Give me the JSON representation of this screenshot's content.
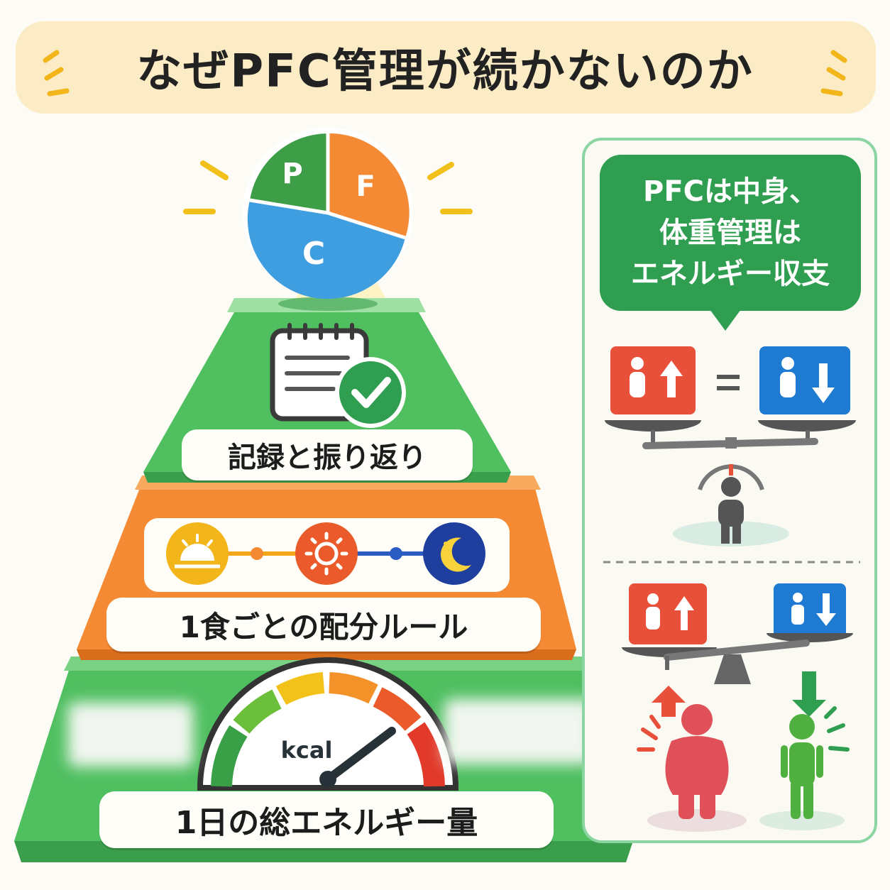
{
  "title": "なぜPFC管理が続かないのか",
  "pie": {
    "p": "P",
    "f": "F",
    "c": "C"
  },
  "pyramid": {
    "top_label": "記録と振り返り",
    "middle_label": "1食ごとの配分ルール",
    "bottom_label": "1日の総エネルギー量",
    "gauge_label": "kcal"
  },
  "side_panel": {
    "bubble_lines": [
      "PFCは中身、",
      "体重管理は",
      "エネルギー収支"
    ]
  },
  "colors": {
    "green": "#4fbf60",
    "dark_green": "#2f9e50",
    "orange": "#f48a34",
    "blue": "#3f9ee0",
    "red": "#e8503a",
    "scale_blue": "#1f7ad1"
  },
  "icons": [
    "notepad-check-icon",
    "sunrise-icon",
    "sun-icon",
    "moon-icon",
    "gauge-icon",
    "person-up-icon",
    "person-down-icon",
    "balance-scale-icon"
  ]
}
